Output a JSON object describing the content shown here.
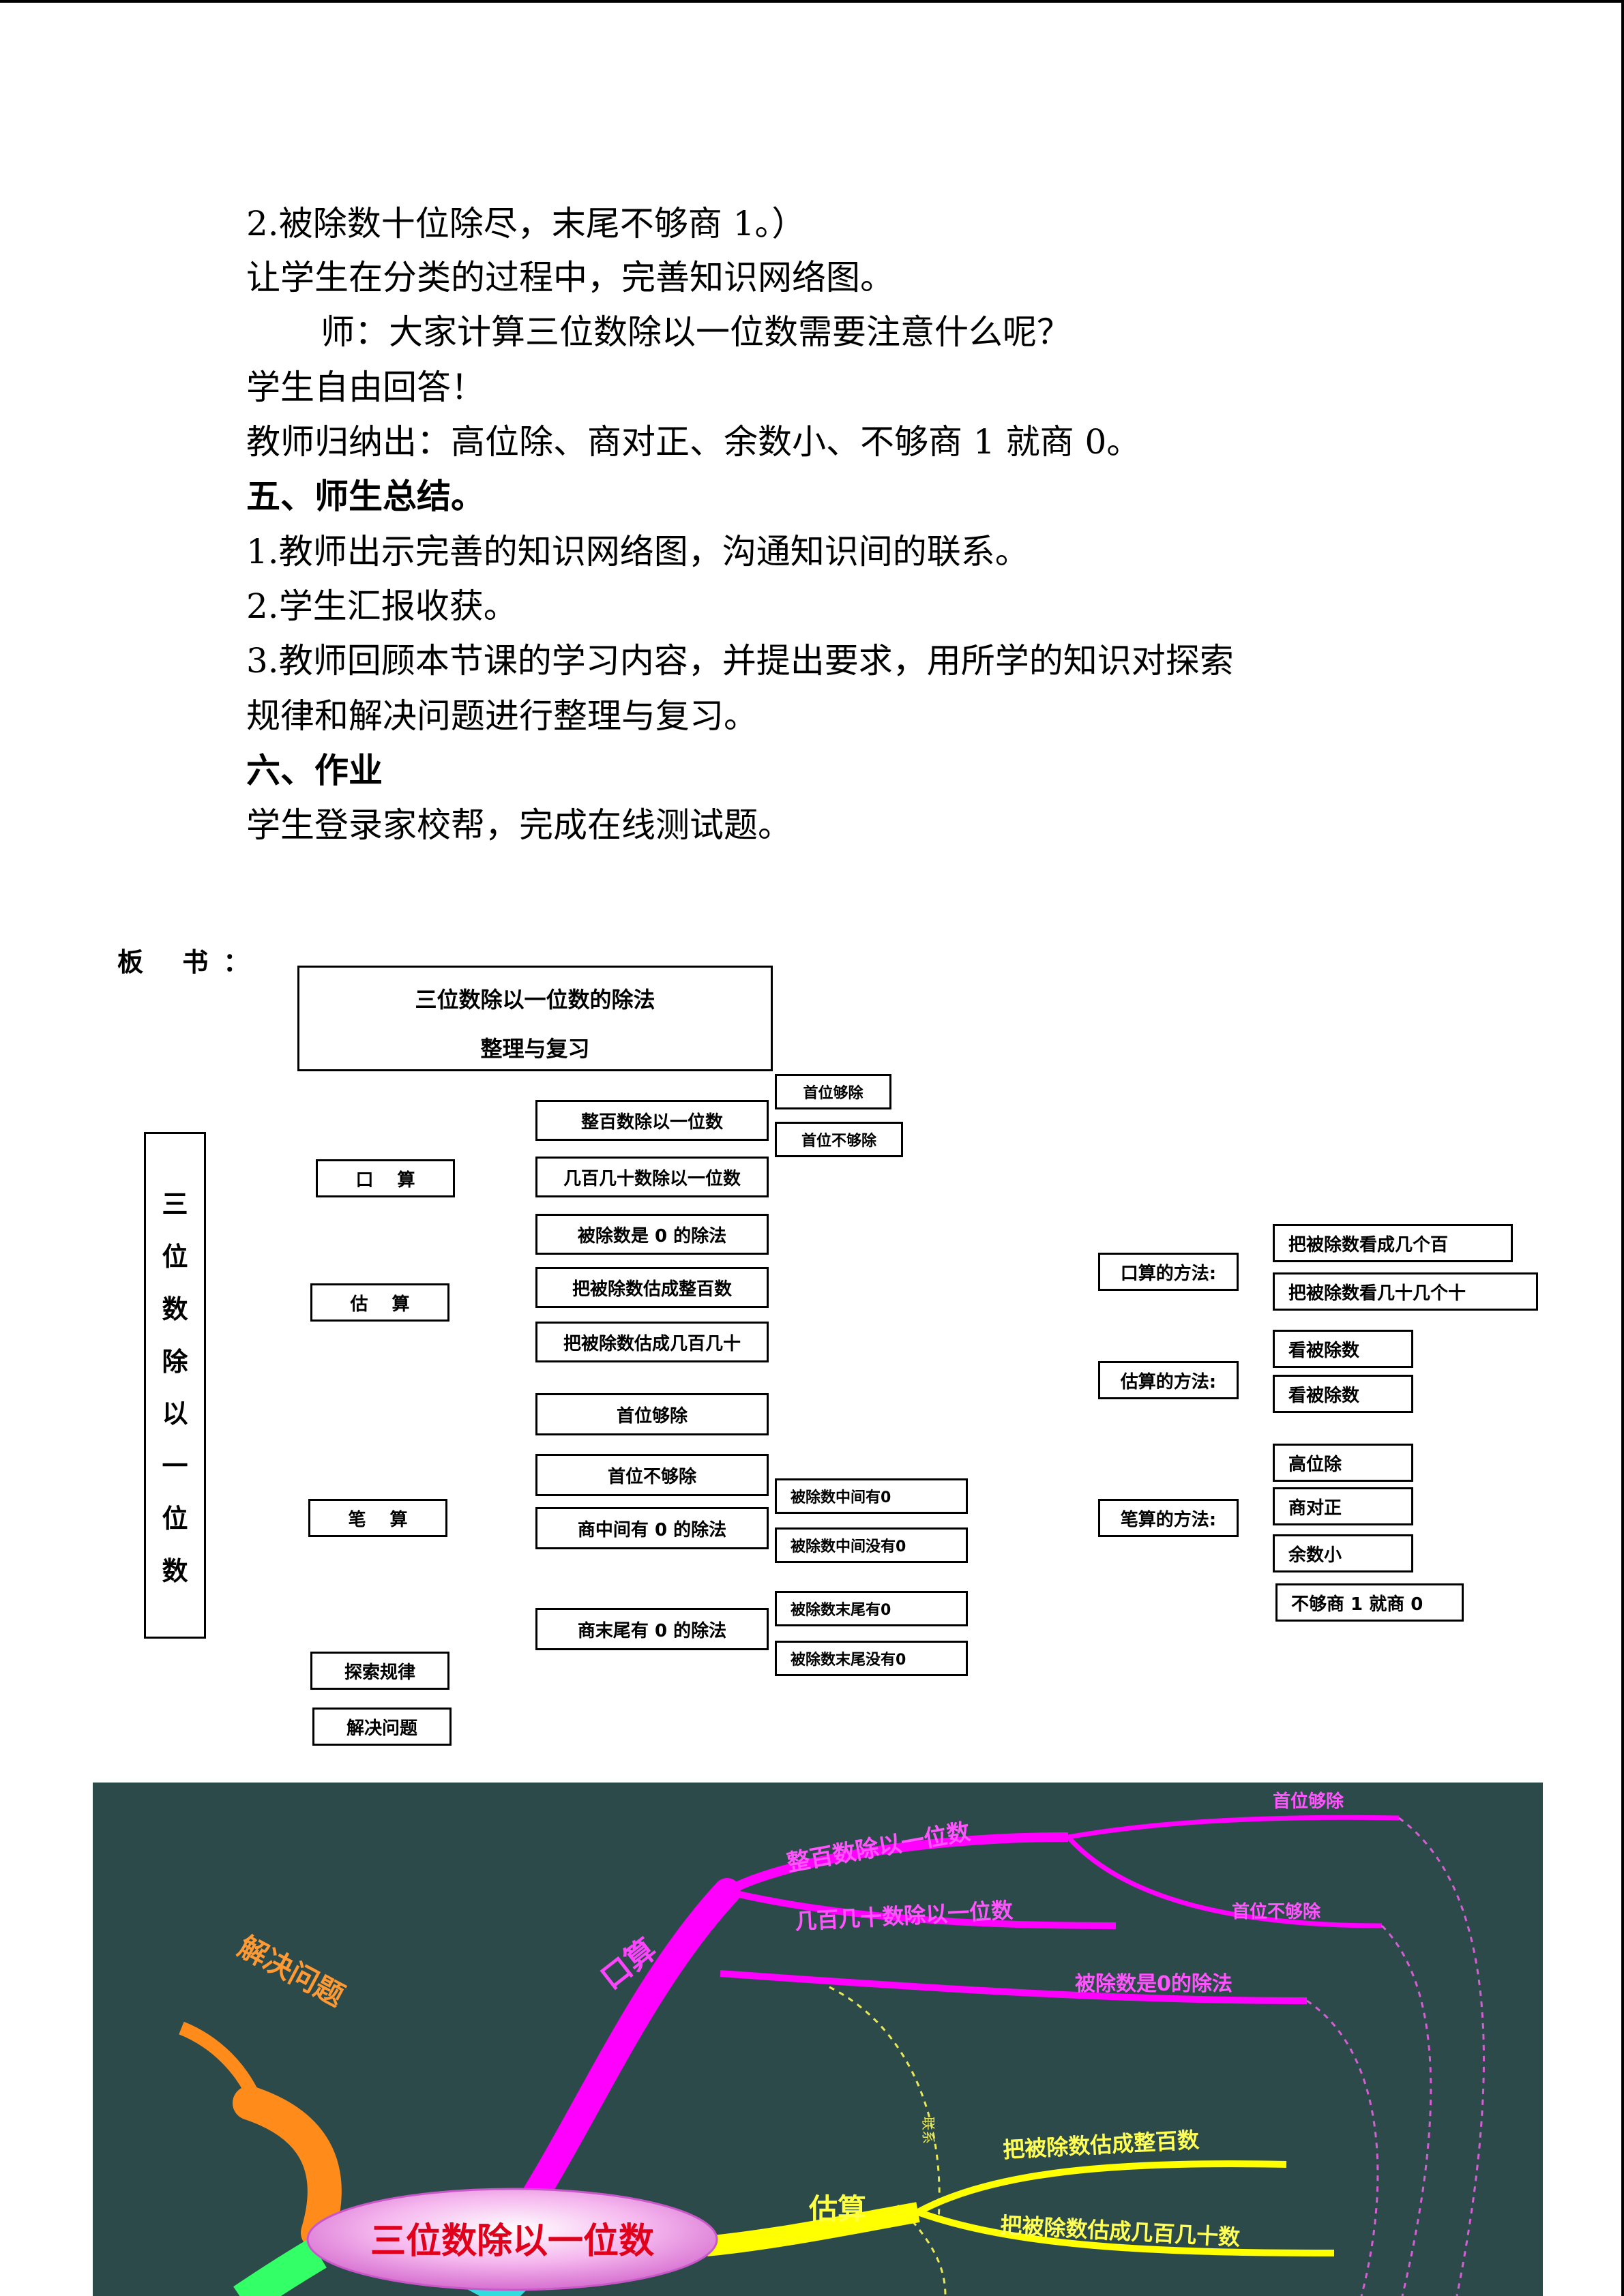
{
  "text": {
    "lines": [
      "2.被除数十位除尽，末尾不够商 1。）",
      "让学生在分类的过程中，完善知识网络图。",
      "师：大家计算三位数除以一位数需要注意什么呢？",
      "学生自由回答！",
      "教师归纳出：高位除、商对正、余数小、不够商 1 就商 0。",
      "五、师生总结。",
      "1.教师出示完善的知识网络图，沟通知识间的联系。",
      "2.学生汇报收获。",
      "3.教师回顾本节课的学习内容，并提出要求，用所学的知识对探索",
      "规律和解决问题进行整理与复习。",
      "六、作业",
      "学生登录家校帮，完成在线测试题。"
    ]
  },
  "board": {
    "label": "板 书：",
    "title_line1": "三位数除以一位数的除法",
    "title_line2": "整理与复习",
    "vertical_chars": [
      "三",
      "位",
      "数",
      "除",
      "以",
      "一",
      "位",
      "数"
    ],
    "categories": {
      "oral": "口　 算",
      "estimate": "估　 算",
      "written": "笔　 算",
      "explore": "探索规律",
      "solve": "解决问题"
    },
    "items": {
      "hundreds": "整百数除以一位数",
      "hundreds_tens": "几百几十数除以一位数",
      "zero_dividend": "被除数是 0 的除法",
      "est_hundreds": "把被除数估成整百数",
      "est_hundreds_tens": "把被除数估成几百几十",
      "first_enough": "首位够除",
      "first_not_enough": "首位不够除",
      "middle_zero": "商中间有 0 的除法",
      "end_zero": "商末尾有 0 的除法"
    },
    "sub_items": {
      "first_enough_small": "首位够除",
      "first_not_enough_small": "首位不够除",
      "mid_has_zero": "被除数中间有0",
      "mid_no_zero": "被除数中间没有0",
      "end_has_zero": "被除数末尾有0",
      "end_no_zero": "被除数末尾没有0"
    },
    "methods": {
      "oral_label": "口算的方法:",
      "oral_1": "把被除数看成几个百",
      "oral_2": "把被除数看几十几个十",
      "estimate_label": "估算的方法:",
      "estimate_1": "看被除数",
      "estimate_2": "看被除数",
      "written_label": "笔算的方法:",
      "written_1": "高位除",
      "written_2": "商对正",
      "written_3": "余数小",
      "written_4": "不够商 1 就商 0"
    }
  },
  "mindmap": {
    "center": "三位数除以一位数",
    "branch_oral": "口算",
    "branch_estimate": "估算",
    "branch_solve": "解决问题",
    "oral_1": "整百数除以一位数",
    "oral_2": "几百几十数除以一位数",
    "oral_3": "被除数是0的除法",
    "oral_1a": "首位够除",
    "oral_1b": "首位不够除",
    "estimate_1": "把被除数估成整百数",
    "estimate_2": "把被除数估成几百几十数",
    "small_label": "联系",
    "colors": {
      "background": "#2c4a4a",
      "oral": "#ff00ff",
      "estimate": "#ffff00",
      "solve": "#ff8c1a",
      "center_fill": "#f2a3e8",
      "center_text": "#e0001b",
      "green": "#33ff66",
      "cyan": "#33dddd"
    }
  }
}
